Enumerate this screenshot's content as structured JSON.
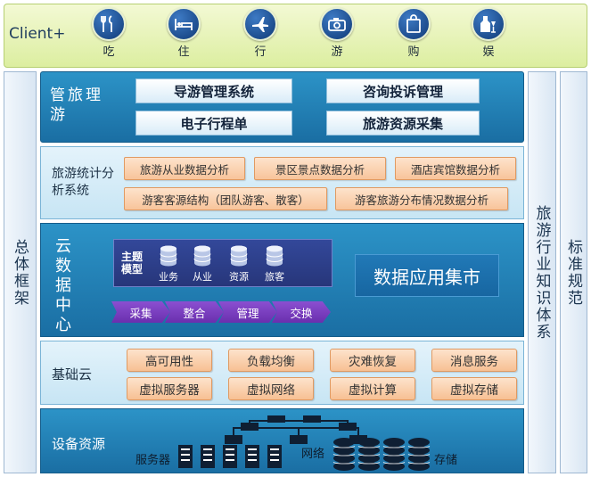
{
  "client": {
    "label": "Client+",
    "items": [
      {
        "label": "吃",
        "icon": "dining-icon"
      },
      {
        "label": "住",
        "icon": "bed-icon"
      },
      {
        "label": "行",
        "icon": "airplane-icon"
      },
      {
        "label": "游",
        "icon": "camera-icon"
      },
      {
        "label": "购",
        "icon": "shopping-icon"
      },
      {
        "label": "娱",
        "icon": "drink-icon"
      }
    ]
  },
  "left_column": {
    "label": "总体框架"
  },
  "knowledge_column": {
    "label": "旅游行业知识体系"
  },
  "standards_column": {
    "label": "标准规范"
  },
  "management_layer": {
    "label": "管旅理游",
    "buttons": [
      "导游管理系统",
      "咨询投诉管理",
      "电子行程单",
      "旅游资源采集"
    ]
  },
  "analysis_layer": {
    "label": "旅游统计分析系统",
    "buttons": [
      "旅游从业数据分析",
      "景区景点数据分析",
      "酒店宾馆数据分析",
      "游客客源结构（团队游客、散客）",
      "游客旅游分布情况数据分析"
    ]
  },
  "data_center_layer": {
    "label": "云数据中心",
    "theme_label": "主题模型",
    "databases": [
      "业务",
      "从业",
      "资源",
      "旅客"
    ],
    "market": "数据应用集市",
    "flow": [
      "采集",
      "整合",
      "管理",
      "交换"
    ]
  },
  "infrastructure_layer": {
    "label": "基础云",
    "buttons": [
      "高可用性",
      "负载均衡",
      "灾难恢复",
      "消息服务",
      "虚拟服务器",
      "虚拟网络",
      "虚拟计算",
      "虚拟存储"
    ]
  },
  "equipment_layer": {
    "label": "设备资源",
    "servers_label": "服务器",
    "network_label": "网络",
    "storage_label": "存储"
  },
  "colors": {
    "dark_layer": "#1a6ea3",
    "light_layer": "#c7e5f4",
    "orange_button": "#f8c49a",
    "chevron_purple": "#7a3dc2",
    "client_bar": "#dceea0"
  }
}
